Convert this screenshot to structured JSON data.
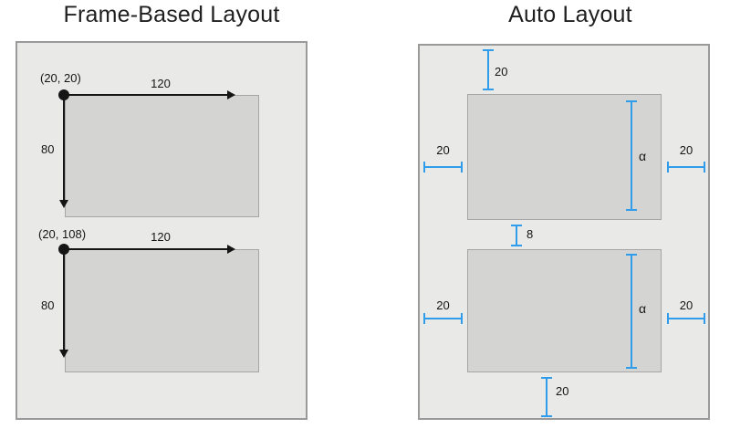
{
  "figure": {
    "left_panel": {
      "title": "Frame-Based Layout",
      "views": [
        {
          "origin": "(20, 20)",
          "width": "120",
          "height": "80"
        },
        {
          "origin": "(20, 108)",
          "width": "120",
          "height": "80"
        }
      ]
    },
    "right_panel": {
      "title": "Auto Layout",
      "top_margin": "20",
      "item_spacing": "8",
      "bottom_margin": "20",
      "views": [
        {
          "leading": "20",
          "trailing": "20",
          "height": "α"
        },
        {
          "leading": "20",
          "trailing": "20",
          "height": "α"
        }
      ]
    }
  },
  "colors": {
    "background": "#ffffff",
    "title_color": "#1f1f1f",
    "ink": "#151515",
    "accent_blue": "#2F9CEC",
    "canvas_fill": "#E9E9E8",
    "canvas_border": "#9A9A9A",
    "view_fill": "#D4D4D3",
    "view_border": "#A6A6A6"
  }
}
